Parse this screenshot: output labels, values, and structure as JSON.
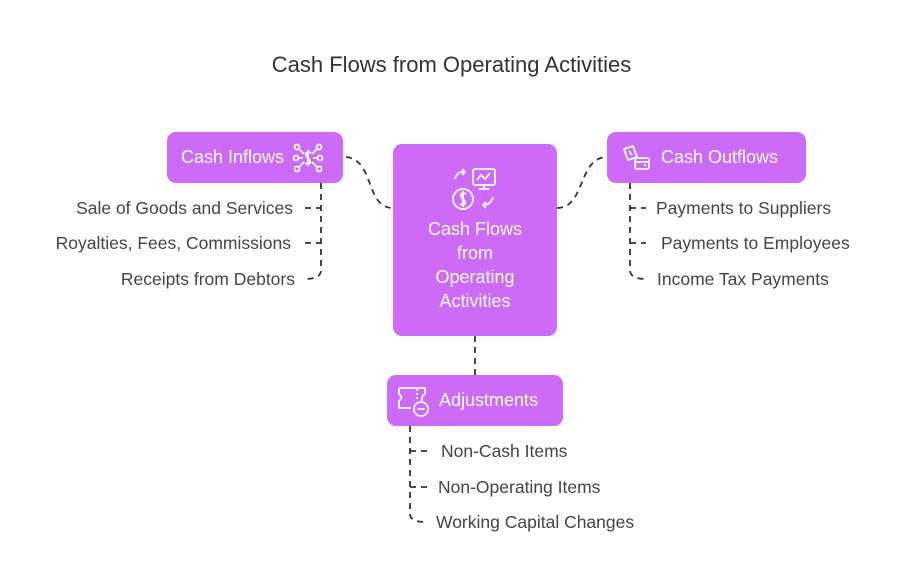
{
  "title": "Cash Flows from Operating Activities",
  "center": {
    "label_lines": [
      "Cash Flows",
      "from",
      "Operating",
      "Activities"
    ],
    "icon": "cash-flow-chart-icon"
  },
  "inflows": {
    "label": "Cash Inflows",
    "icon": "network-dollar-icon",
    "items": [
      "Sale of Goods and Services",
      "Royalties, Fees, Commissions",
      "Receipts from Debtors"
    ]
  },
  "outflows": {
    "label": "Cash Outflows",
    "icon": "wallet-outflow-icon",
    "items": [
      "Payments to Suppliers",
      "Payments to Employees",
      "Income Tax Payments"
    ]
  },
  "adjustments": {
    "label": "Adjustments",
    "icon": "ticket-minus-icon",
    "items": [
      "Non-Cash Items",
      "Non-Operating Items",
      "Working Capital Changes"
    ]
  },
  "colors": {
    "box": "#cd6af7",
    "text": "#444444",
    "line": "#333333"
  }
}
